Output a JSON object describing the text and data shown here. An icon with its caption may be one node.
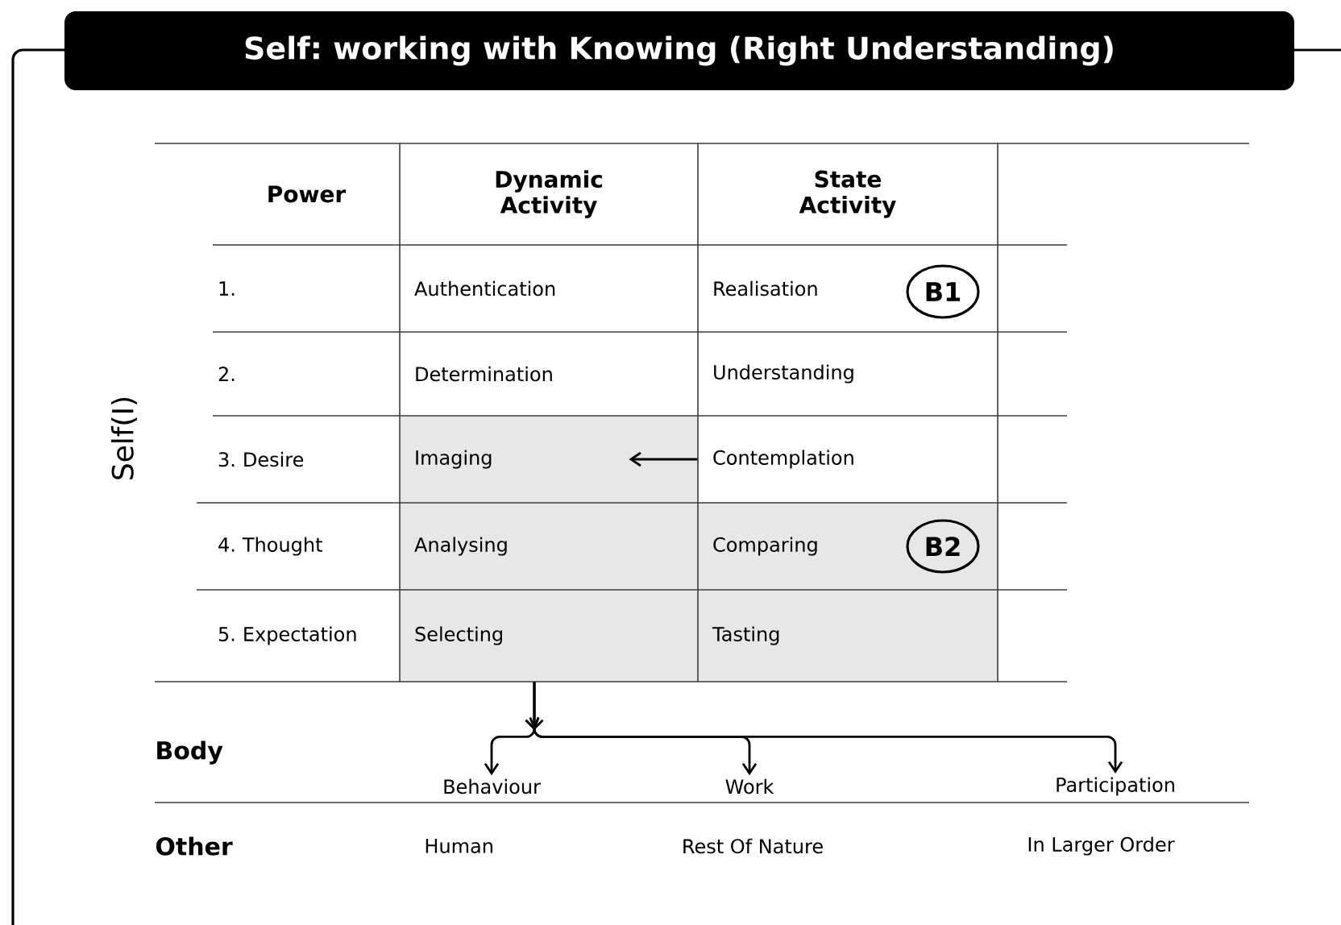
{
  "diagram": {
    "nodes": [
      {
        "text": [
          "Self: working with Knowing (Right Understanding)"
        ]
      },
      {
        "text": [
          "Power"
        ]
      },
      {
        "text": [
          "Dynamic Activity"
        ]
      },
      {
        "text": [
          "State Activity"
        ]
      },
      {
        "text": [
          "1."
        ]
      },
      {
        "text": [
          "Authentication"
        ]
      },
      {
        "text": [
          "Realisation"
        ]
      },
      {
        "text": [
          "B1"
        ]
      },
      {
        "text": [
          "2."
        ]
      },
      {
        "text": [
          "Determination"
        ]
      },
      {
        "text": [
          "Understanding"
        ]
      },
      {
        "text": [
          "3. Desire"
        ]
      },
      {
        "text": [
          "Imaging"
        ]
      },
      {
        "text": [
          "Contemplation"
        ]
      },
      {
        "text": [
          "4. Thought"
        ]
      },
      {
        "text": [
          "Analysing"
        ]
      },
      {
        "text": [
          "Comparing"
        ]
      },
      {
        "text": [
          "B2"
        ]
      },
      {
        "text": [
          "5. Expectation"
        ]
      },
      {
        "text": [
          "Selecting"
        ]
      },
      {
        "text": [
          "Tasting"
        ]
      },
      {
        "text": [
          "Behaviour"
        ]
      },
      {
        "text": [
          "Work"
        ]
      },
      {
        "text": [
          "Participation"
        ]
      }
    ],
    "edges": [
      {
        "from": 13,
        "to": 12,
        "arrow": "to"
      },
      {
        "from": 19,
        "to": 21,
        "arrow": "to"
      },
      {
        "from": 19,
        "to": 22,
        "arrow": "to"
      },
      {
        "from": 19,
        "to": 23,
        "arrow": "to"
      }
    ],
    "labels": [
      "Self(I)",
      "Body",
      "Other",
      "Human",
      "Rest Of Nature",
      "In Larger Order"
    ]
  }
}
